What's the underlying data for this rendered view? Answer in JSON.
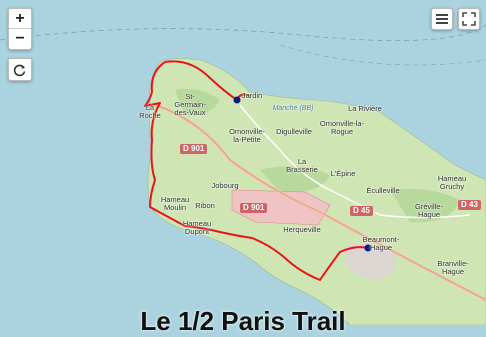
{
  "controls": {
    "zoom_in": "+",
    "zoom_out": "−"
  },
  "places": {
    "st_germain": "St-Germain-des-Vaux",
    "jardin": "Jardin",
    "roche": "La Roche",
    "omonville_petite": "Omonville-la-Petite",
    "digulleville": "Digulleville",
    "omonville_rogue": "Omonville-la-Rogue",
    "la_riviere": "La Rivière",
    "brasserie": "La Brasserie",
    "epine": "L'Épine",
    "jobourg": "Jobourg",
    "hameau_moulin": "Hameau Moulin",
    "ribon": "Ribon",
    "hameau_dupont": "Hameau Dupont",
    "herqueville": "Herqueville",
    "eculleville": "Éculleville",
    "greville": "Gréville-Hague",
    "hameau_gruchy": "Hameau Gruchy",
    "beaumont": "Beaumont-Hague",
    "branville": "Branville-Hague",
    "manche": "Manche (BB)"
  },
  "roads": {
    "d901_a": "D 901",
    "d901_b": "D 901",
    "d45": "D 45",
    "d43": "D 43"
  },
  "title": "Le 1/2 Paris Trail",
  "colors": {
    "sea": "#aad3df",
    "land": "#cfe6b4",
    "route": "#e8161b",
    "road": "#c66"
  }
}
